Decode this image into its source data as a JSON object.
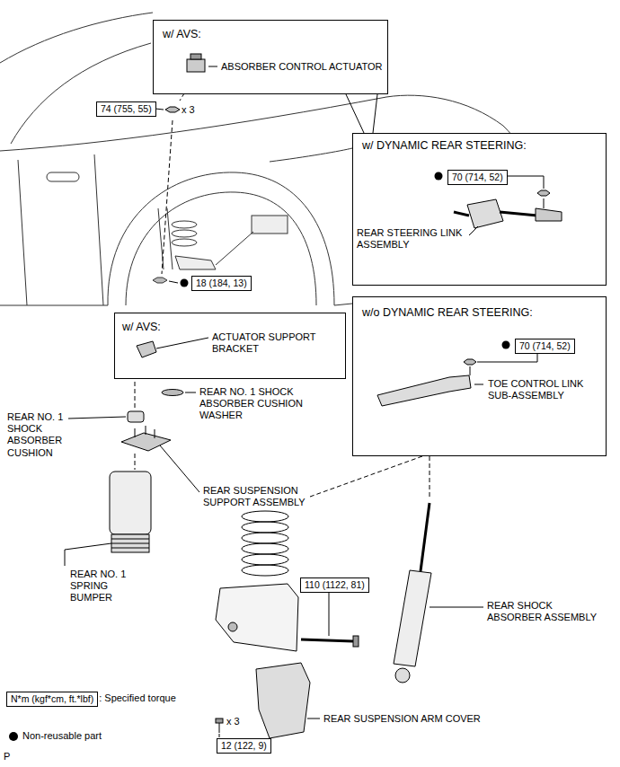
{
  "diagram": {
    "nodes": [
      {
        "text": [
          "w/ AVS:",
          "ABSORBER CONTROL ACTUATOR"
        ]
      },
      {
        "text": [
          "74 (755, 55)"
        ]
      },
      {
        "text": [
          "w/ DYNAMIC REAR STEERING:",
          "REAR STEERING LINK ASSEMBLY"
        ]
      },
      {
        "text": [
          "70 (714, 52)"
        ],
        "in": 2
      },
      {
        "text": [
          "w/o DYNAMIC REAR STEERING:",
          "TOE CONTROL LINK SUB-ASSEMBLY"
        ]
      },
      {
        "text": [
          "70 (714, 52)"
        ],
        "in": 4
      },
      {
        "text": [
          "18 (184, 13)"
        ]
      },
      {
        "text": [
          "w/ AVS:",
          "ACTUATOR SUPPORT BRACKET"
        ]
      },
      {
        "text": [
          "110 (1122, 81)"
        ]
      },
      {
        "text": [
          "12 (122, 9)"
        ]
      },
      {
        "text": [
          "N*m (kgf*cm, ft.*lbf)"
        ]
      }
    ],
    "labels": [
      "x 3",
      "REAR NO. 1 SHOCK ABSORBER CUSHION WASHER",
      "REAR NO. 1 SHOCK ABSORBER CUSHION",
      "REAR SUSPENSION SUPPORT ASSEMBLY",
      "REAR NO. 1 SPRING BUMPER",
      "REAR SHOCK ABSORBER ASSEMBLY",
      "REAR SUSPENSION ARM COVER",
      "x 3",
      "P"
    ],
    "legend": [
      {
        "text": ": Specified torque"
      },
      {
        "text": "Non-reusable part"
      }
    ]
  }
}
